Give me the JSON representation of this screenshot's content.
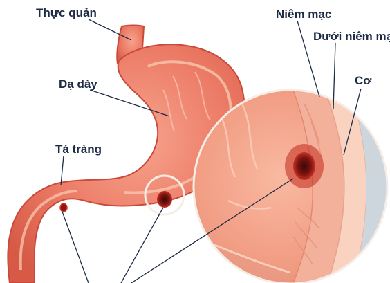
{
  "labels": {
    "esophagus": "Thực quản",
    "stomach": "Dạ dày",
    "duodenum": "Tá tràng",
    "mucosa": "Niêm mạc",
    "submucosa": "Dưới niêm mạc",
    "muscle": "Cơ"
  },
  "colors": {
    "organ_fill": "#ec7b66",
    "organ_edge": "#c94a3a",
    "wall_light": "#f6c2aa",
    "ulcer_dark": "#5a0d0a",
    "ulcer_rim": "#c2281c",
    "leader_line": "#1d2b44",
    "background": "#ffffff"
  }
}
